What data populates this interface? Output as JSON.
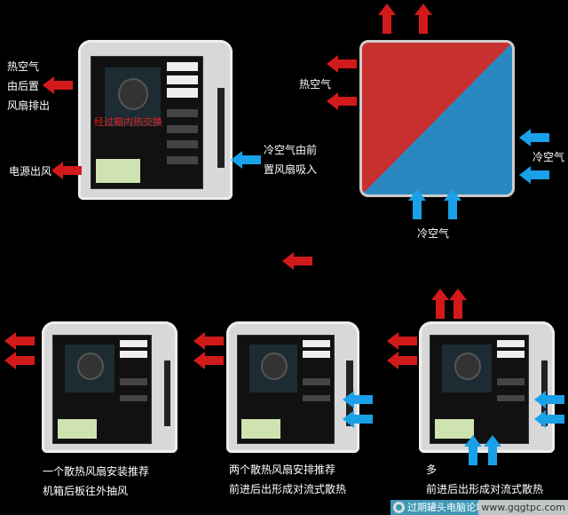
{
  "top_left": {
    "hot_air_rear": [
      "热空气",
      "由后置",
      "风扇排出"
    ],
    "psu_exhaust": "电源出风",
    "inside_exchange": "经过箱内热交换",
    "cold_air_front": [
      "冷空气由前",
      "置风扇吸入"
    ]
  },
  "top_right": {
    "hot_air": "热空气",
    "cold_air_right": "冷空气",
    "cold_air_bottom": "冷空气"
  },
  "bottom": [
    {
      "lines": [
        "一个散热风扇安装推荐",
        "机箱后板往外抽风"
      ]
    },
    {
      "lines": [
        "两个散热风扇安排推荐",
        "前进后出形成对流式散热"
      ]
    },
    {
      "lines": [
        "多",
        "前进后出形成对流式散热"
      ]
    }
  ],
  "watermark": {
    "name": "过期罐头电脑论坛",
    "url": "www.gqgtpc.com"
  },
  "colors": {
    "hot": "#d21a1a",
    "cold": "#1aa0e8"
  }
}
